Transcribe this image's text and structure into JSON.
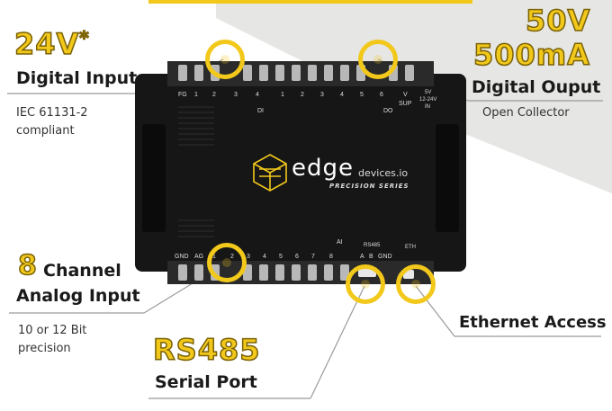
{
  "colors": {
    "accent": "#f2c81b",
    "text": "#1a1a1a",
    "device": "#111111"
  },
  "callouts": {
    "digital_input": {
      "value": "24V",
      "superscript": "*",
      "label": "Digital Input",
      "note_line1": "IEC 61131-2",
      "note_line2": "compliant"
    },
    "digital_output": {
      "value_line1": "50V",
      "value_line2": "500mA",
      "label": "Digital Ouput",
      "note": "Open Collector"
    },
    "analog_input": {
      "value": "8",
      "label_line1": "Channel",
      "label_line2": "Analog Input",
      "note_line1": "10 or 12 Bit",
      "note_line2": "precision"
    },
    "serial": {
      "value": "RS485",
      "label": "Serial Port"
    },
    "ethernet": {
      "label": "Ethernet Access"
    }
  },
  "device": {
    "brand": "edge",
    "brand_suffix": "devices.io",
    "series": "PRECISION SERIES",
    "top_labels": {
      "fg": "FG",
      "di": "DI",
      "do": "DO",
      "sup": "SUP",
      "v": "V",
      "v5": "5V",
      "v12": "12-24V",
      "in": "IN"
    },
    "top_numbers_di": [
      "1",
      "2",
      "3",
      "4"
    ],
    "top_numbers_do": [
      "1",
      "2",
      "3",
      "4",
      "5",
      "6"
    ],
    "bottom_labels": {
      "gnd": "GND",
      "ag": "AG",
      "ai": "AI",
      "rs485": "RS485",
      "a": "A",
      "b": "B",
      "gnd2": "GND",
      "eth": "ETH"
    },
    "bottom_numbers": [
      "1",
      "2",
      "3",
      "4",
      "5",
      "6",
      "7",
      "8"
    ]
  }
}
